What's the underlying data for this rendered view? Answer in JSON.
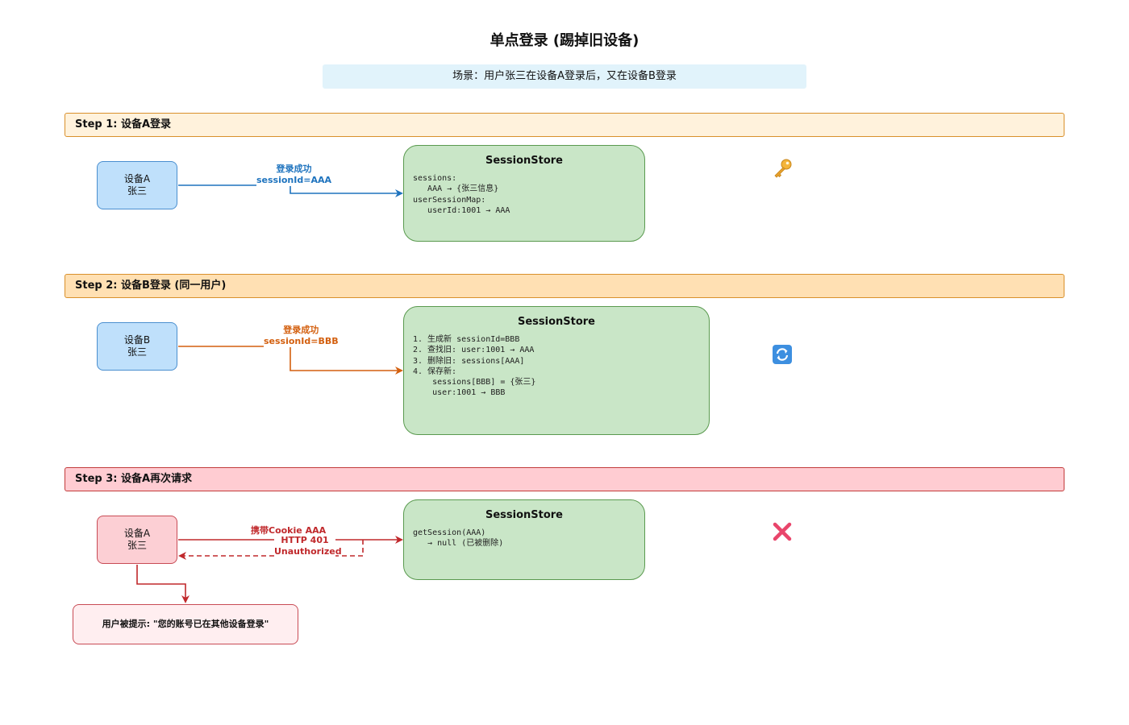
{
  "title": "单点登录 (踢掉旧设备)",
  "scenario": "场景：用户张三在设备A登录后，又在设备B登录",
  "steps": [
    {
      "header": "Step 1: 设备A登录",
      "device": {
        "line1": "设备A",
        "line2": "张三"
      },
      "edge_label": {
        "line1": "登录成功",
        "line2": "sessionId=AAA"
      },
      "store": {
        "title": "SessionStore",
        "code": "sessions:\n   AAA → {张三信息}\nuserSessionMap:\n   userId:1001 → AAA"
      },
      "icon": "key-icon"
    },
    {
      "header": "Step 2: 设备B登录 (同一用户)",
      "device": {
        "line1": "设备B",
        "line2": "张三"
      },
      "edge_label": {
        "line1": "登录成功",
        "line2": "sessionId=BBB"
      },
      "store": {
        "title": "SessionStore",
        "code": "1. 生成新 sessionId=BBB\n2. 查找旧: user:1001 → AAA\n3. 删除旧: sessions[AAA]\n4. 保存新:\n    sessions[BBB] = {张三}\n    user:1001 → BBB"
      },
      "icon": "refresh-icon"
    },
    {
      "header": "Step 3: 设备A再次请求",
      "device": {
        "line1": "设备A",
        "line2": "张三"
      },
      "edge_label_request": "携带Cookie AAA",
      "edge_label_response": {
        "line1": "HTTP 401",
        "line2": "Unauthorized"
      },
      "store": {
        "title": "SessionStore",
        "code": "getSession(AAA)\n   → null (已被删除)"
      },
      "icon": "cross-icon",
      "prompt": "用户被提示: \"您的账号已在其他设备登录\""
    }
  ],
  "colors": {
    "blue": "#1e73be",
    "orange": "#d35f0e",
    "red": "#c0282b",
    "store_fill": "#c9e6c7",
    "device_blue": "#bfe0fb",
    "device_pink": "#fccfd4"
  }
}
